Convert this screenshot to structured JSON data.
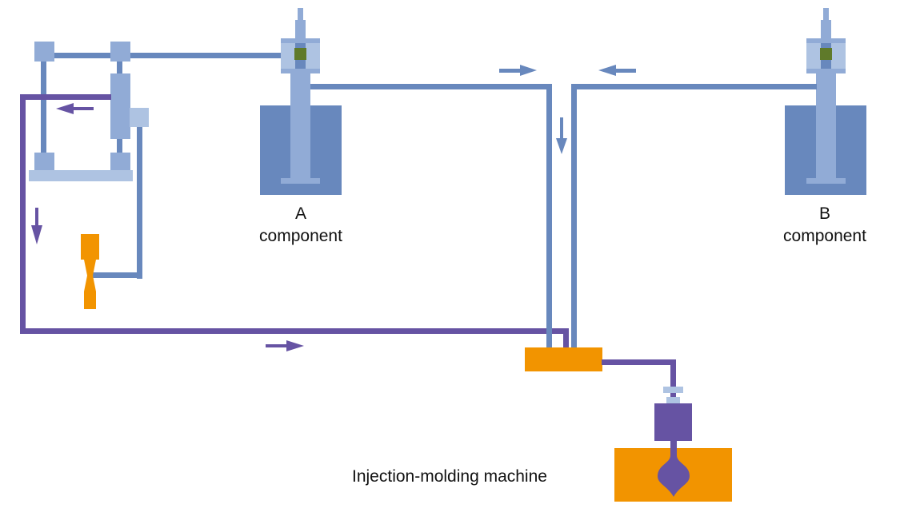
{
  "title": "Two-component injection molding metering system",
  "colors": {
    "pipe_blue": "#6888bd",
    "part_light_blue": "#91abd6",
    "part_pale_blue": "#aec3e2",
    "tank_blue": "#6888bd",
    "valve_green": "#5f7a2a",
    "flow_purple": "#6653a3",
    "orange": "#f29400",
    "text": "#111111"
  },
  "labels": {
    "component_a_letter": "A",
    "component_a_word": "component",
    "component_b_letter": "B",
    "component_b_word": "component",
    "machine": "Injection-molding machine"
  },
  "flow_arrows": [
    {
      "id": "recirculation-top",
      "direction": "left",
      "color": "purple"
    },
    {
      "id": "recirculation-left",
      "direction": "down",
      "color": "purple"
    },
    {
      "id": "recirculation-bottom",
      "direction": "right",
      "color": "purple"
    },
    {
      "id": "component-a-feed",
      "direction": "right",
      "color": "blue"
    },
    {
      "id": "component-b-feed",
      "direction": "left",
      "color": "blue"
    },
    {
      "id": "merge-down",
      "direction": "down",
      "color": "blue"
    }
  ]
}
